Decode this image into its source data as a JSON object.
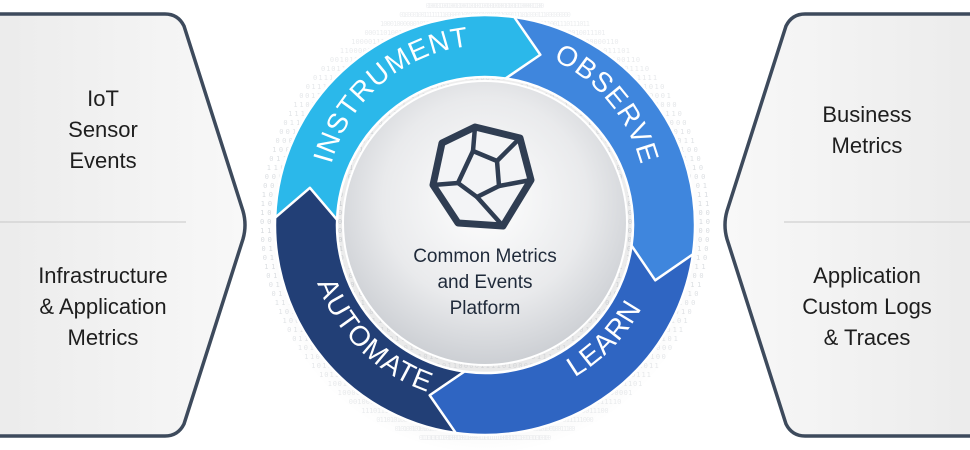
{
  "left_panel": {
    "top_text": "IoT\nSensor\nEvents",
    "bottom_text": "Infrastructure\n& Application\nMetrics"
  },
  "right_panel": {
    "top_text": "Business\nMetrics",
    "bottom_text": "Application\nCustom Logs\n& Traces"
  },
  "cycle": {
    "stages": [
      {
        "label": "INSTRUMENT",
        "color": "#2bb8ea"
      },
      {
        "label": "OBSERVE",
        "color": "#3f86dd"
      },
      {
        "label": "LEARN",
        "color": "#2f65c2"
      },
      {
        "label": "AUTOMATE",
        "color": "#223f76"
      }
    ]
  },
  "center": {
    "icon": "dodecahedron-icon",
    "label": "Common Metrics\nand Events\nPlatform"
  },
  "background": {
    "pattern": "binary-digits"
  }
}
